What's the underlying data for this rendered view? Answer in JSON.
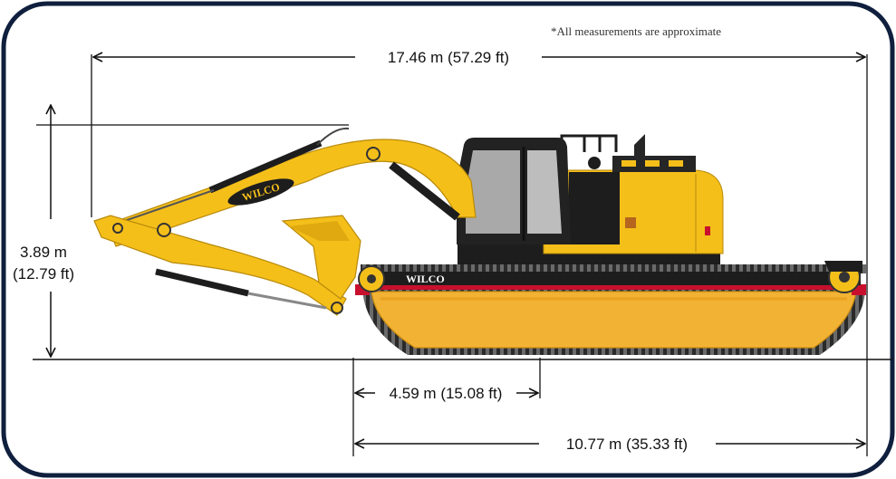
{
  "note": "*All measurements are approximate",
  "brand": {
    "name": "WILCO"
  },
  "colors": {
    "frame": "#0f1f3d",
    "machine_yellow": "#f5bf1a",
    "pontoon_orange": "#f2b233",
    "track_red": "#c8102e",
    "dark": "#222222",
    "dimension_line": "#111111"
  },
  "dimensions": {
    "overall_length": {
      "label": "17.46 m (57.29 ft)"
    },
    "height": {
      "label_m": "3.89 m",
      "label_ft": "(12.79 ft)"
    },
    "front_overhang": {
      "label": "4.59 m (15.08 ft)"
    },
    "pontoon_length": {
      "label": "10.77 m (35.33 ft)"
    }
  }
}
